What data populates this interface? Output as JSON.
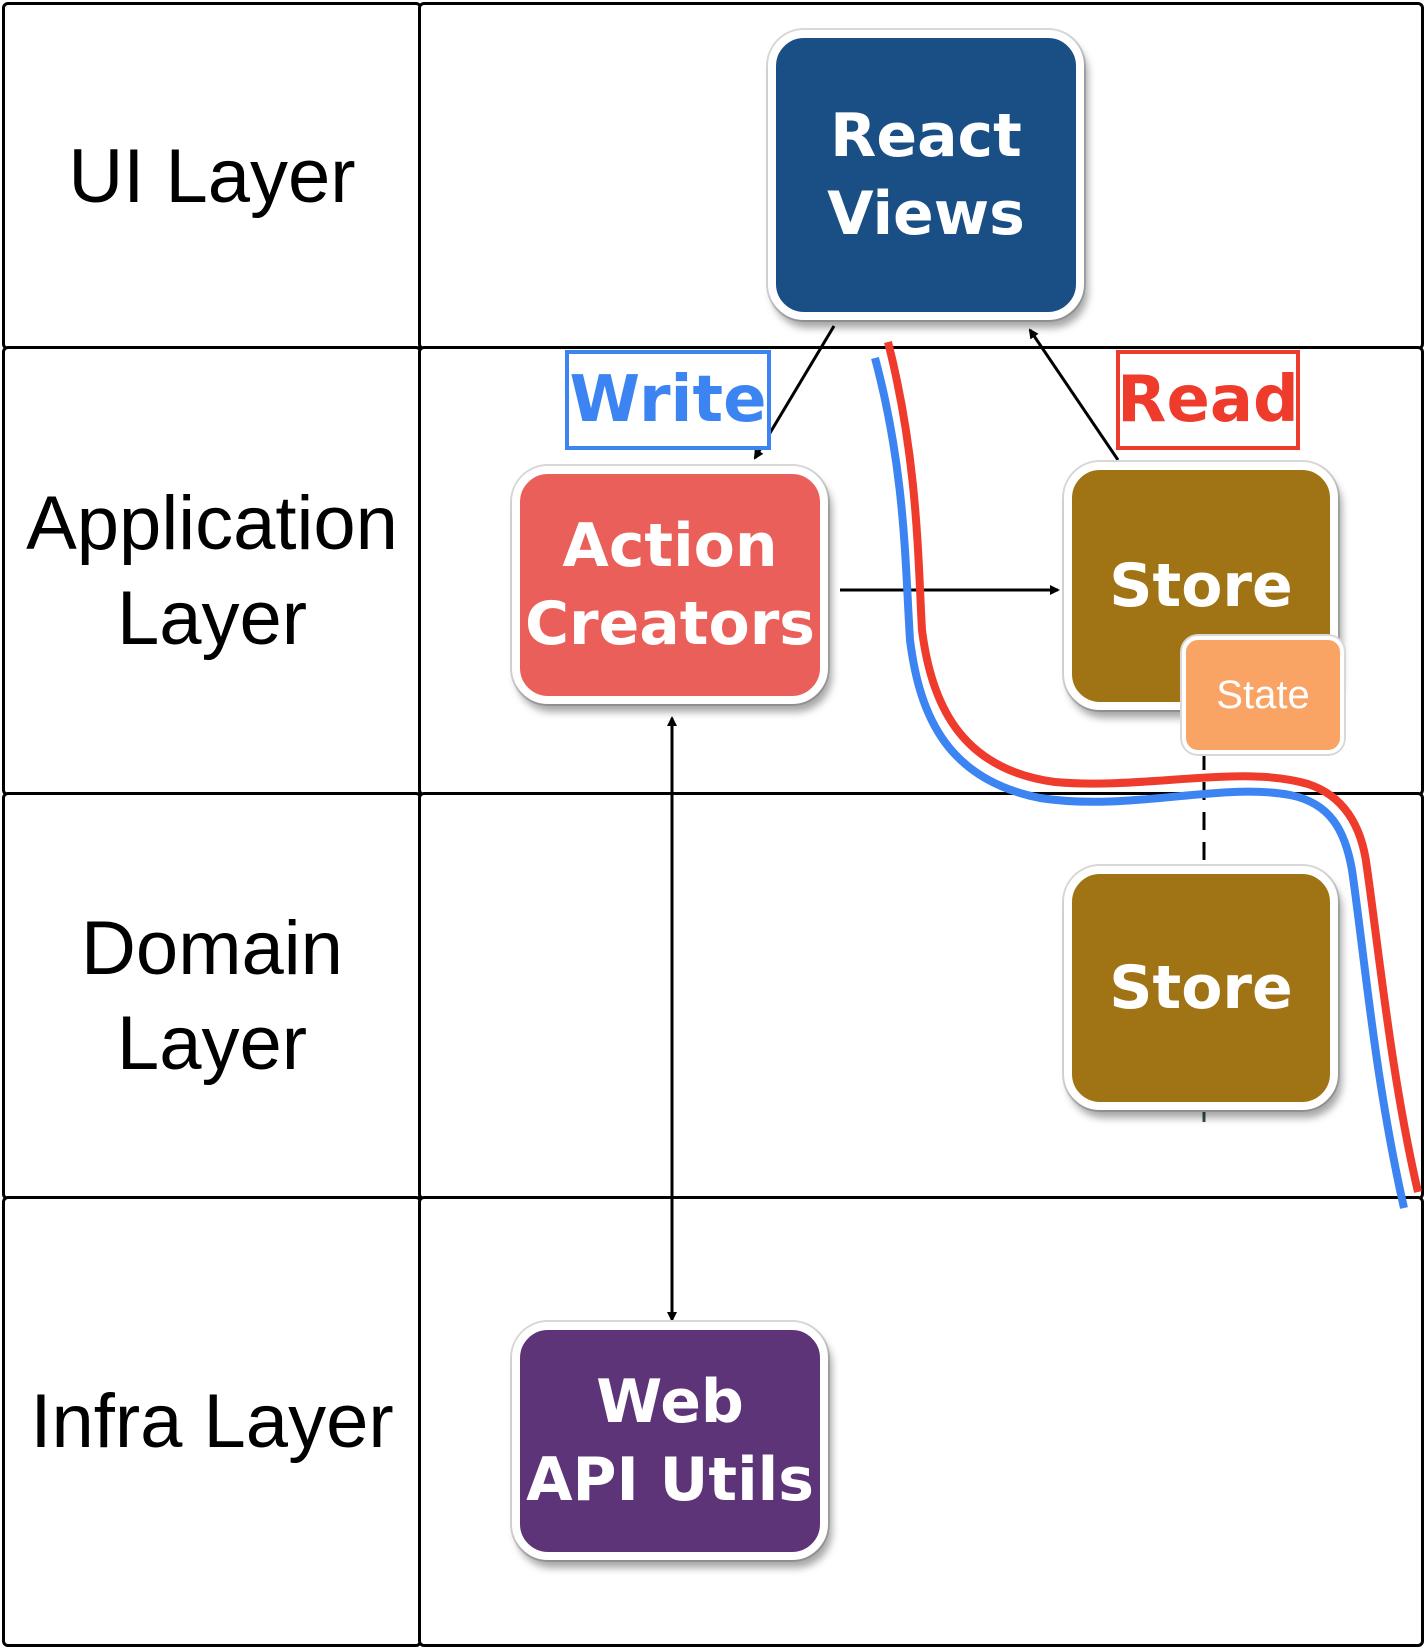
{
  "layers": [
    {
      "id": "ui",
      "label": "UI Layer"
    },
    {
      "id": "application",
      "label": "Application\nLayer"
    },
    {
      "id": "domain",
      "label": "Domain\nLayer"
    },
    {
      "id": "infra",
      "label": "Infra Layer"
    }
  ],
  "nodes": {
    "react_views": {
      "label": "React\nViews",
      "color": "#1a4f86"
    },
    "action_creators": {
      "label": "Action\nCreators",
      "color": "#ea5f5a"
    },
    "store_app": {
      "label": "Store",
      "color": "#a07414"
    },
    "store_domain": {
      "label": "Store",
      "color": "#a07414"
    },
    "web_api_utils": {
      "label": "Web\nAPI Utils",
      "color": "#5e3479"
    }
  },
  "state_label": "State",
  "state_color": "#f9a364",
  "tags": {
    "write": {
      "label": "Write",
      "color": "#3b84f2"
    },
    "read": {
      "label": "Read",
      "color": "#ef3b2c"
    }
  },
  "flow_line_colors": {
    "write_line": "#3b84f2",
    "read_line": "#ef3b2c"
  }
}
